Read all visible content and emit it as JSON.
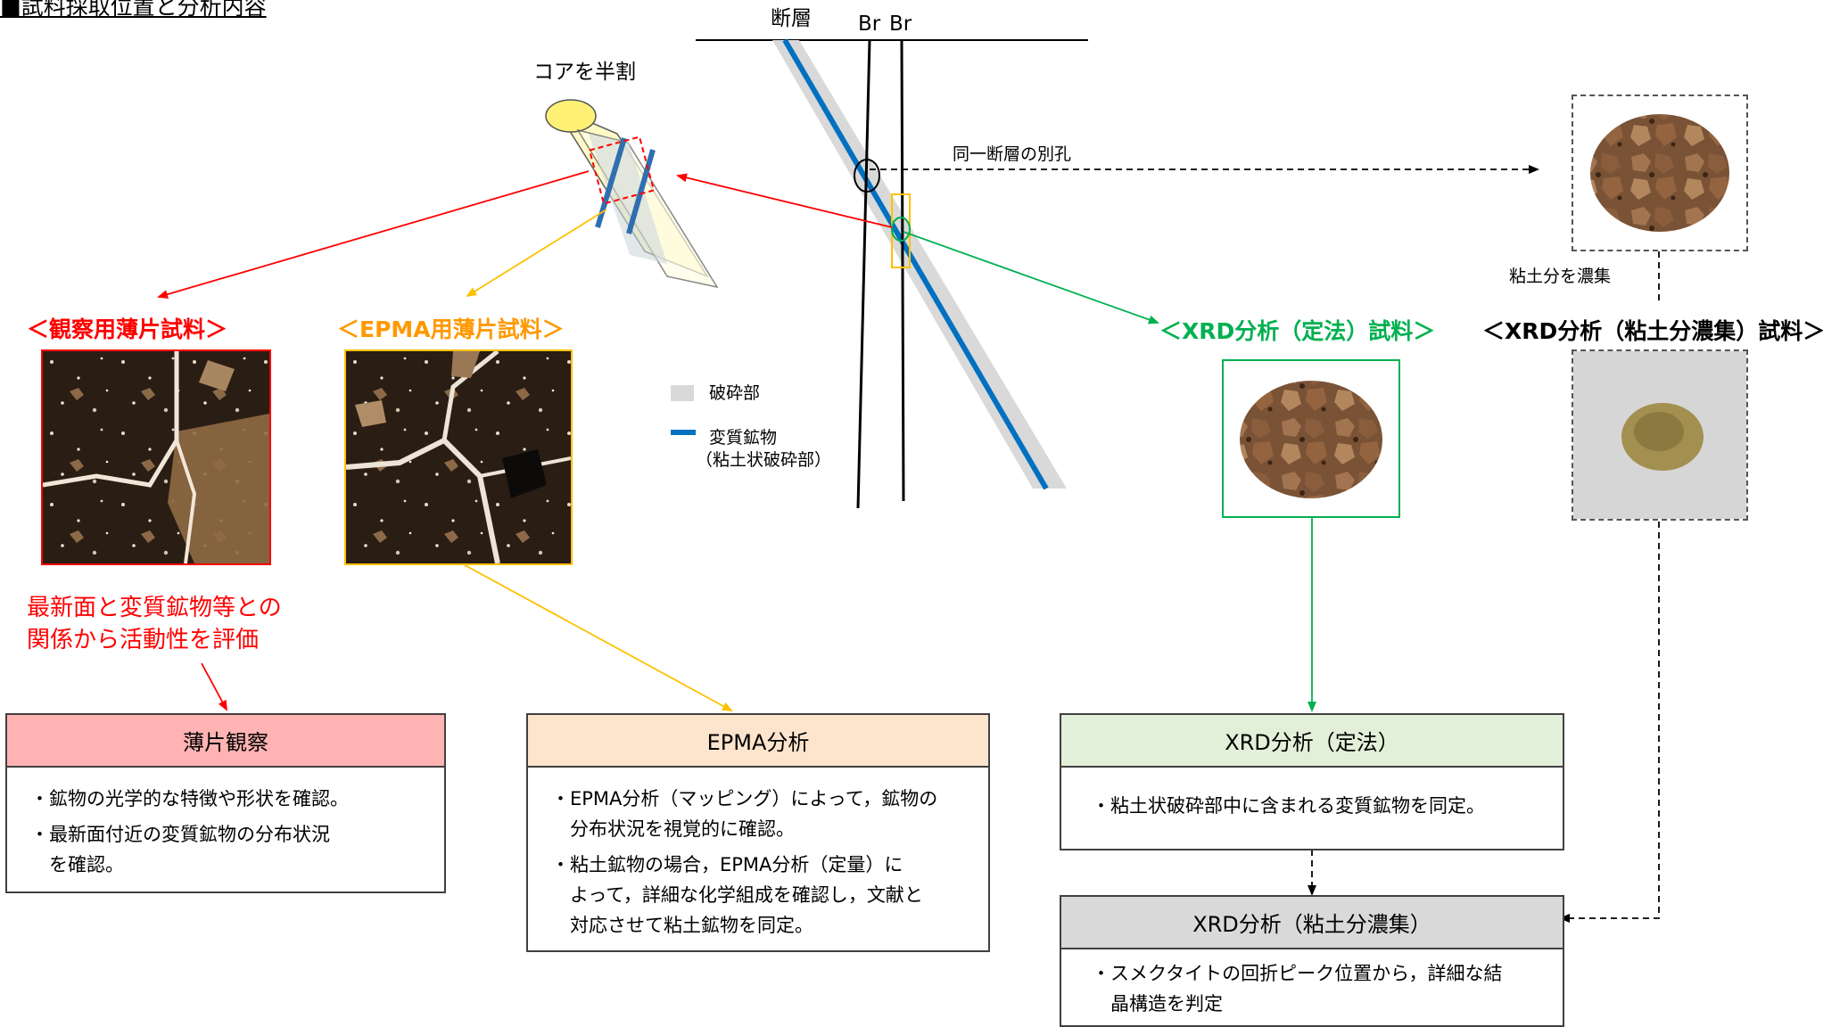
{
  "title": "■試料採取位置と分析内容",
  "labels": {
    "fault": "断層",
    "br1": "Br",
    "br2": "Br",
    "core_half": "コアを半割",
    "same_fault_other_hole": "同一断層の別孔",
    "clay_concentrate": "粘土分を濃集",
    "legend_crush": "破砕部",
    "legend_alter_1": "変質鉱物",
    "legend_alter_2": "（粘土状破砕部）"
  },
  "samples": {
    "observation": "＜観察用薄片試料＞",
    "epma": "＜EPMA用薄片試料＞",
    "xrd": "＜XRD分析（定法）試料＞",
    "xrd_clay": "＜XRD分析（粘土分濃集）試料＞"
  },
  "evaluation": {
    "line1": "最新面と変質鉱物等との",
    "line2": "関係から活動性を評価"
  },
  "boxes": {
    "thin_section": {
      "title": "薄片観察",
      "b1": "・鉱物の光学的な特徴や形状を確認。",
      "b2a": "・最新面付近の変質鉱物の分布状況",
      "b2b": "　を確認。"
    },
    "epma": {
      "title": "EPMA分析",
      "b1a": "・EPMA分析（マッピング）によって，鉱物の",
      "b1b": "　分布状況を視覚的に確認。",
      "b2a": "・粘土鉱物の場合，EPMA分析（定量）に",
      "b2b": "　よって，詳細な化学組成を確認し，文献と",
      "b2c": "　対応させて粘土鉱物を同定。"
    },
    "xrd": {
      "title": "XRD分析（定法）",
      "b1": "・粘土状破砕部中に含まれる変質鉱物を同定。"
    },
    "xrd_clay": {
      "title": "XRD分析（粘土分濃集）",
      "b1a": "・スメクタイトの回折ピーク位置から，詳細な結",
      "b1b": "　晶構造を判定"
    }
  },
  "colors": {
    "red": "#ff0000",
    "orange": "#ffc000",
    "green": "#00b050",
    "blue": "#0070c0",
    "crush_gray": "#d9d9d9",
    "box_pink": "#ffb3b3",
    "box_peach": "#fde4cc",
    "box_lightgreen": "#e2f0d9",
    "box_gray": "#d9d9d9"
  }
}
